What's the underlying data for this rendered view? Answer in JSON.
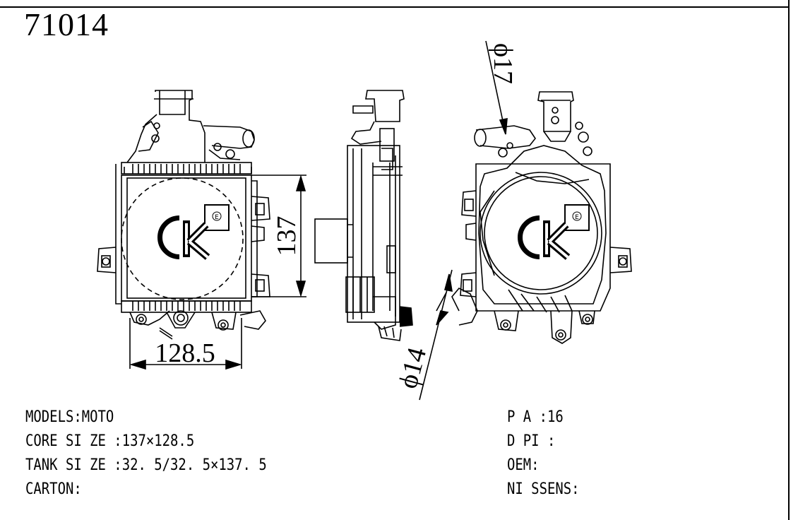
{
  "part_number": "71014",
  "logo": {
    "text": "ck",
    "mark": "E"
  },
  "dimensions": {
    "height": "137",
    "width": "128.5",
    "inlet_diameter": "ϕ17",
    "outlet_diameter": "ϕ14"
  },
  "specs_left": [
    {
      "label": "MODELS:",
      "value": "MOTO"
    },
    {
      "label": "CORE SI ZE :",
      "value": "137×128.5"
    },
    {
      "label": "TANK SI ZE :",
      "value": "32. 5/32. 5×137. 5"
    },
    {
      "label": "CARTON:",
      "value": ""
    }
  ],
  "specs_right": [
    {
      "label": "P A :",
      "value": "16"
    },
    {
      "label": "D PI :",
      "value": ""
    },
    {
      "label": "OEM:",
      "value": ""
    },
    {
      "label": "NI SSENS:",
      "value": ""
    }
  ]
}
